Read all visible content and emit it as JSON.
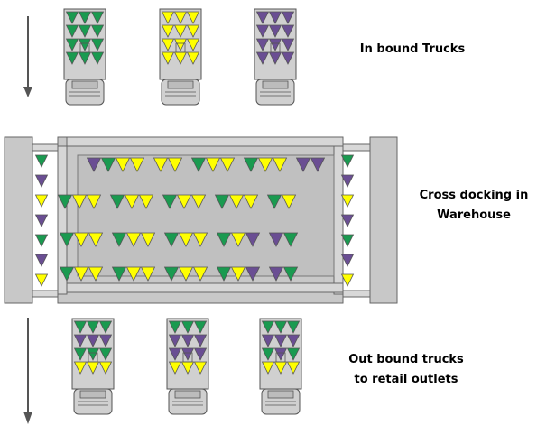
{
  "labels": {
    "inbound": "In bound Trucks",
    "cross_line1": "Cross docking in",
    "cross_line2": "Warehouse",
    "outbound_line1": "Out bound trucks",
    "outbound_line2": "to retail outlets"
  },
  "colors": {
    "green": "#1a9a50",
    "yellow": "#ffff00",
    "purple": "#6a4e93",
    "truck_gray": "#d0d0d0",
    "outline": "#555555"
  },
  "inbound_trucks": [
    {
      "name": "inbound-truck-1",
      "rows": [
        "GGG",
        "GGG",
        "GGG",
        "GGG"
      ]
    },
    {
      "name": "inbound-truck-2",
      "rows": [
        "YYY",
        "YYY",
        "YYY",
        "YYY"
      ]
    },
    {
      "name": "inbound-truck-3",
      "rows": [
        "PPP",
        "PPP",
        "PPP",
        "PPP"
      ]
    }
  ],
  "outbound_trucks": [
    {
      "name": "outbound-truck-1",
      "rows": [
        "GGG",
        "PPP",
        "GGG",
        "YYY"
      ]
    },
    {
      "name": "outbound-truck-2",
      "rows": [
        "GGG",
        "PPP",
        "PPP",
        "YYY"
      ]
    },
    {
      "name": "outbound-truck-3",
      "rows": [
        "GGG",
        "PPP",
        "GPG",
        "YYY"
      ]
    }
  ],
  "warehouse_rows": [
    "PGYY YY GYY GYY PP",
    "GYY GYY GYY GYY GY",
    "GYY GYY GYY GYP PG",
    "GYY GYY GYY GYP PG"
  ],
  "left_dock_column": "GPYPGPY",
  "right_dock_column": "GPYPGPY"
}
